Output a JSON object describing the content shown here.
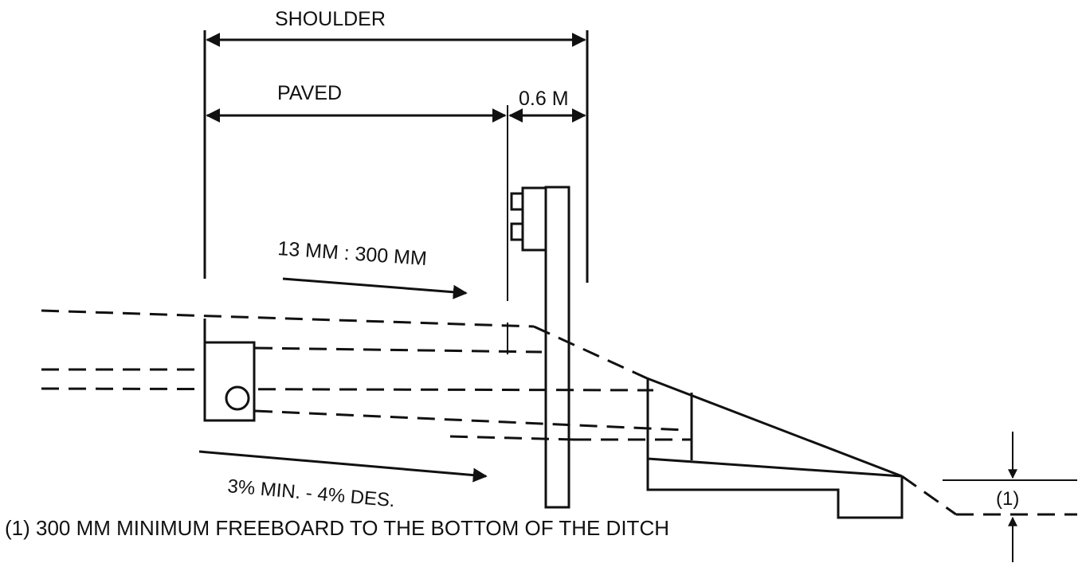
{
  "labels": {
    "shoulder": "SHOULDER",
    "paved": "PAVED",
    "offset": "0.6 M",
    "slope_shoulder": "13 MM : 300 MM",
    "slope_paved_min": "3% MIN. - 4% DES.",
    "footnote_marker": "(1)",
    "footnote": "(1) 300 MM MINIMUM FREEBOARD TO THE BOTTOM OF THE DITCH"
  },
  "colors": {
    "ink": "#111111",
    "background": "#ffffff"
  }
}
